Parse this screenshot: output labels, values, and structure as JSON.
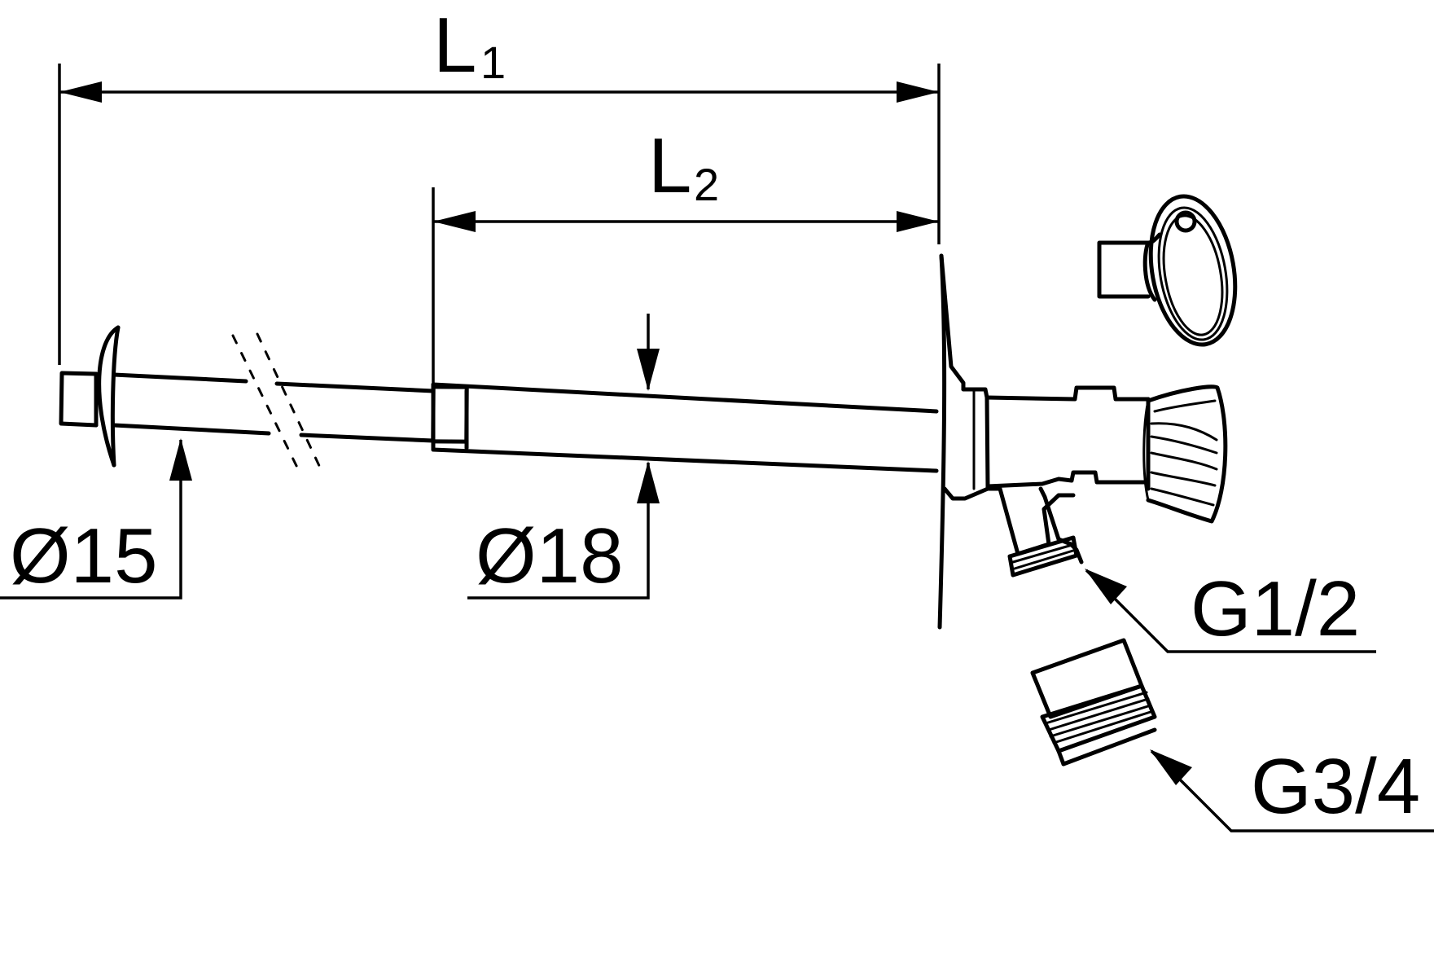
{
  "dimensions": {
    "l1": {
      "main": "L",
      "sub": "1"
    },
    "l2": {
      "main": "L",
      "sub": "2"
    }
  },
  "diameters": {
    "d15": "Ø15",
    "d18": "Ø18"
  },
  "threads": {
    "g12": "G1/2",
    "g34": "G3/4"
  }
}
